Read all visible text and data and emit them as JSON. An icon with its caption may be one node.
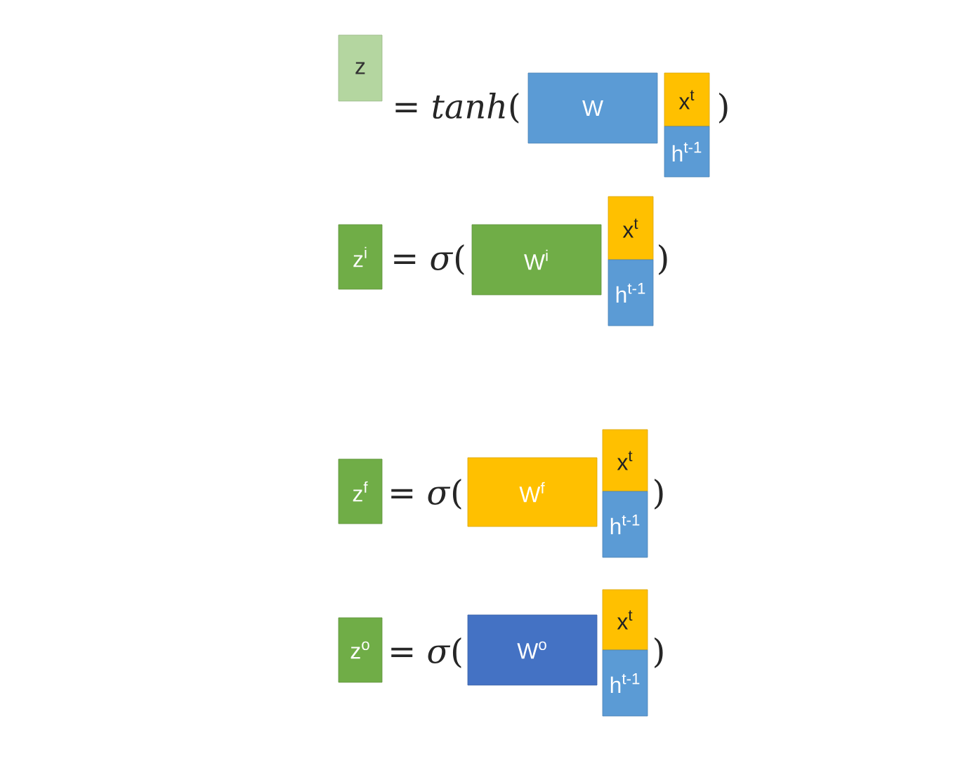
{
  "diagram": {
    "nodes": [
      {
        "text": [
          "z"
        ]
      },
      {
        "text": [
          "W"
        ]
      },
      {
        "text": [
          "x$^{t}$"
        ]
      },
      {
        "text": [
          "h$^{t-1}$"
        ]
      },
      {
        "text": [
          "z$^{i}$"
        ]
      },
      {
        "text": [
          "W$^{i}$"
        ]
      },
      {
        "text": [
          "x$^{t}$"
        ]
      },
      {
        "text": [
          "h$^{t-1}$"
        ]
      },
      {
        "text": [
          "z$^{f}$"
        ]
      },
      {
        "text": [
          "W$^{f}$"
        ]
      },
      {
        "text": [
          "x$^{t}$"
        ]
      },
      {
        "text": [
          "h$^{t-1}$"
        ]
      },
      {
        "text": [
          "z$^{o}$"
        ]
      },
      {
        "text": [
          "W$^{o}$"
        ]
      },
      {
        "text": [
          "x$^{t}$"
        ]
      },
      {
        "text": [
          "h$^{t-1}$"
        ]
      }
    ],
    "labels": [
      "= *tanh*(",
      ")",
      "= *σ*(",
      ")",
      "= *σ*(",
      ")",
      "= *σ*(",
      ")"
    ]
  }
}
